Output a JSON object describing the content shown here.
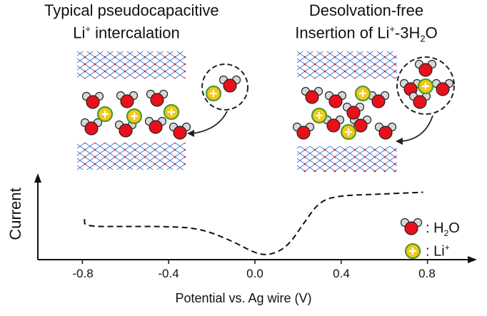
{
  "titles": {
    "left_line1": "Typical pseudocapacitive",
    "left_line2_prefix": "Li",
    "left_line2_sup": "+",
    "left_line2_suffix": " intercalation",
    "right_line1": "Desolvation-free",
    "right_line2_prefix": "Insertion of Li",
    "right_line2_sup": "+",
    "right_line2_mid": "-3H",
    "right_line2_sub": "2",
    "right_line2_suffix": "O"
  },
  "axes": {
    "ylabel": "Current",
    "xlabel": "Potential vs. Ag wire (V)",
    "x_ticks": [
      "-0.8",
      "-0.4",
      "0.0",
      "0.4",
      "0.8"
    ]
  },
  "legend": {
    "water_prefix": ": H",
    "water_sub": "2",
    "water_suffix": "O",
    "li_prefix": ": Li",
    "li_sup": "+"
  },
  "colors": {
    "oxygen": "#e8101a",
    "hydrogen": "#d0d0d0",
    "lithium_fill": "#f2c81a",
    "lithium_ring": "#4f9a2a",
    "layer_red": "#d4202a",
    "layer_blue": "#3c6fc8"
  },
  "chart_data": {
    "type": "line",
    "xlim": [
      -1.0,
      1.0
    ],
    "curve": [
      [
        -0.79,
        0.38
      ],
      [
        -0.79,
        0.31
      ],
      [
        -0.6,
        0.31
      ],
      [
        -0.4,
        0.31
      ],
      [
        -0.25,
        0.29
      ],
      [
        -0.1,
        0.17
      ],
      [
        0.0,
        0.06
      ],
      [
        0.07,
        0.04
      ],
      [
        0.15,
        0.12
      ],
      [
        0.22,
        0.32
      ],
      [
        0.3,
        0.55
      ],
      [
        0.4,
        0.6
      ],
      [
        0.55,
        0.61
      ],
      [
        0.78,
        0.63
      ]
    ]
  }
}
